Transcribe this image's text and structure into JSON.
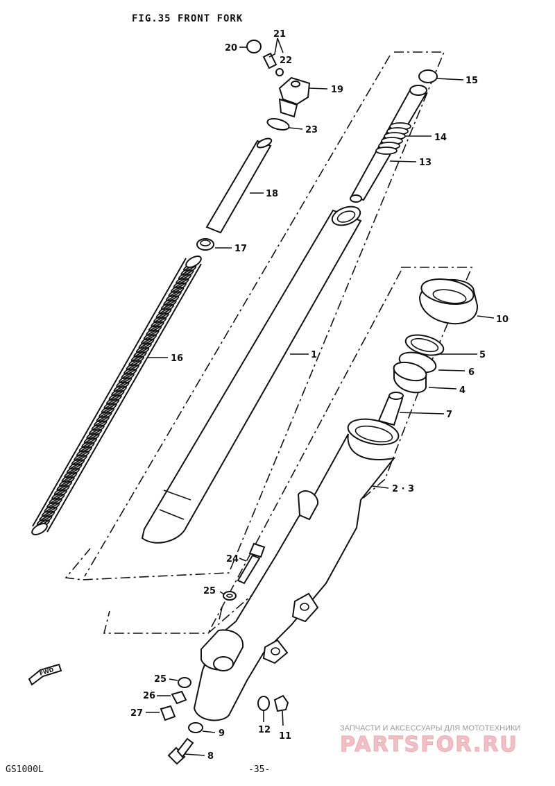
{
  "figure": {
    "title": "FIG.35  FRONT FORK",
    "model": "GS1000L",
    "page_number": "-35-",
    "direction_marker": "FWD"
  },
  "watermark": {
    "subtitle": "ЗАПЧАСТИ И АКСЕССУАРЫ ДЛЯ МОТОТЕХНИКИ",
    "brand": "PARTSFOR.RU",
    "color": "#e9a9ae"
  },
  "callouts": [
    {
      "id": "c1",
      "text": "1"
    },
    {
      "id": "c23",
      "text": "2 · 3"
    },
    {
      "id": "c4",
      "text": "4"
    },
    {
      "id": "c5",
      "text": "5"
    },
    {
      "id": "c6",
      "text": "6"
    },
    {
      "id": "c7",
      "text": "7"
    },
    {
      "id": "c8",
      "text": "8"
    },
    {
      "id": "c9",
      "text": "9"
    },
    {
      "id": "c10",
      "text": "10"
    },
    {
      "id": "c11",
      "text": "11"
    },
    {
      "id": "c12",
      "text": "12"
    },
    {
      "id": "c13",
      "text": "13"
    },
    {
      "id": "c14",
      "text": "14"
    },
    {
      "id": "c15",
      "text": "15"
    },
    {
      "id": "c16",
      "text": "16"
    },
    {
      "id": "c17",
      "text": "17"
    },
    {
      "id": "c18",
      "text": "18"
    },
    {
      "id": "c19",
      "text": "19"
    },
    {
      "id": "c20",
      "text": "20"
    },
    {
      "id": "c21",
      "text": "21"
    },
    {
      "id": "c22",
      "text": "22"
    },
    {
      "id": "c23b",
      "text": "23"
    },
    {
      "id": "c24",
      "text": "24"
    },
    {
      "id": "c25a",
      "text": "25"
    },
    {
      "id": "c25b",
      "text": "25"
    },
    {
      "id": "c26",
      "text": "26"
    },
    {
      "id": "c27",
      "text": "27"
    }
  ]
}
